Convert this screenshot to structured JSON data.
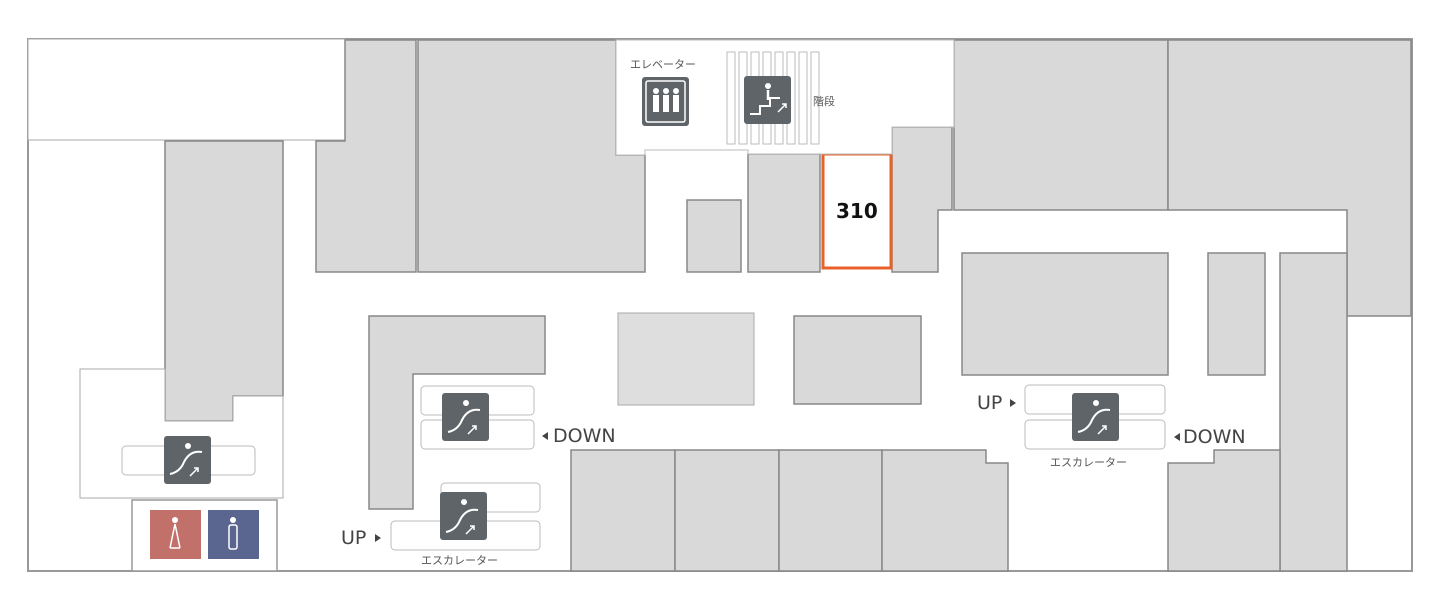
{
  "floor": {
    "highlighted_shop": "310",
    "highlight_color": "#e8612a",
    "unit_fill": "#d9d9d9",
    "unit_stroke": "#888888",
    "icon_color": "#5f6468"
  },
  "labels": {
    "elevator": "エレベーター",
    "stairs": "階段",
    "escalator_center": "エスカレーター",
    "escalator_right": "エスカレーター",
    "up_left": "UP",
    "down_left": "DOWN",
    "up_right": "UP",
    "down_right": "DOWN"
  },
  "icons": {
    "elevator": "elevator-icon",
    "stairs": "stairs-icon",
    "escalator": "escalator-icon",
    "restroom_women": "restroom-women-icon",
    "restroom_men": "restroom-men-icon"
  },
  "restroom_colors": {
    "women": "#c2706a",
    "men": "#5a6690"
  }
}
